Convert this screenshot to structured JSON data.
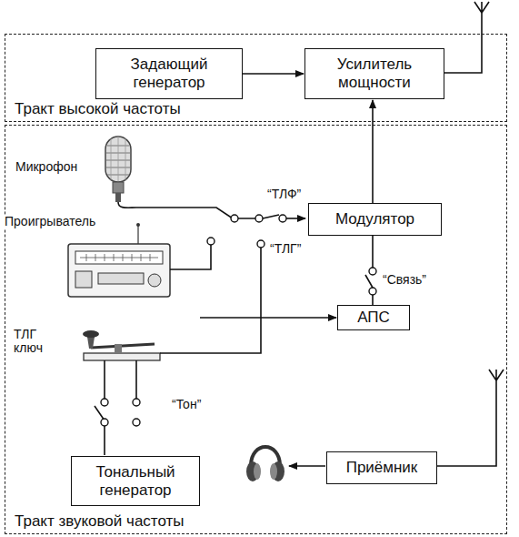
{
  "diagram": {
    "nodes": [
      {
        "text": [
          "Тракт высокой частоты"
        ]
      },
      {
        "text": [
          "Задающий генератор"
        ],
        "in": 0
      },
      {
        "text": [
          "Усилитель мощности"
        ],
        "in": 0
      },
      {
        "text": [
          "Тракт звуковой частоты"
        ]
      },
      {
        "text": [
          "Модулятор"
        ],
        "in": 3
      },
      {
        "text": [
          "АПС"
        ],
        "in": 3
      },
      {
        "text": [
          "Тональный генератор"
        ],
        "in": 3
      },
      {
        "text": [
          "Приёмник"
        ],
        "in": 3
      }
    ],
    "edges": [
      {
        "from": 1,
        "to": 2,
        "arrow": "to"
      },
      {
        "from": 4,
        "to": 2,
        "arrow": "to"
      },
      {
        "from": 5,
        "to": 4,
        "arrow": "none"
      },
      {
        "from": 6,
        "to": 5,
        "arrow": "to",
        "label": "“Тон”"
      }
    ],
    "labels": [
      "Микрофон",
      "Проигрыватель",
      "“ТЛФ”",
      "“ТЛГ”",
      "“Связь”",
      "ТЛГ ключ"
    ]
  }
}
